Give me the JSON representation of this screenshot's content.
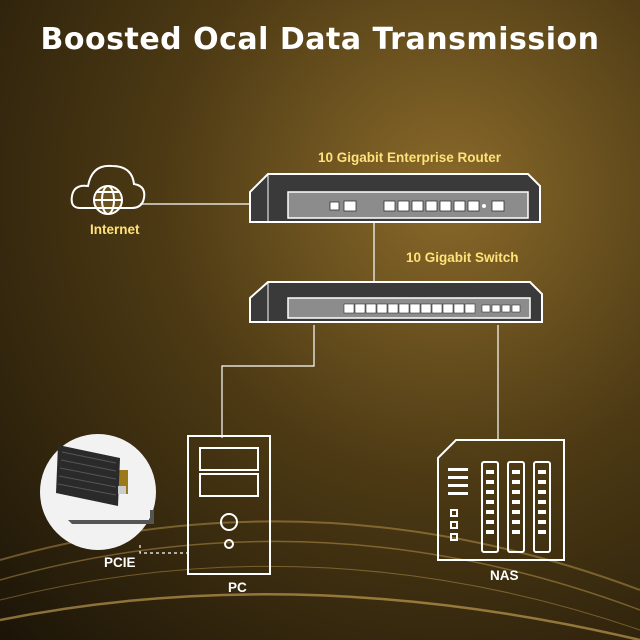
{
  "title": "Boosted Ocal Data Transmission",
  "nodes": {
    "router": {
      "label": "10 Gigabit Enterprise Router"
    },
    "switch": {
      "label": "10 Gigabit Switch"
    },
    "internet": {
      "label": "Internet"
    },
    "pcie": {
      "label": "PCIE"
    },
    "pc": {
      "label": "PC"
    },
    "nas": {
      "label": "NAS"
    }
  },
  "colors": {
    "accent": "#ffe27a",
    "line": "#ffffff",
    "device_body": "#3a3a3a",
    "device_front": "#8c8c8c"
  },
  "icons": [
    "cloud-globe-icon",
    "router-icon",
    "switch-icon",
    "pcie-card-icon",
    "pc-tower-icon",
    "nas-icon"
  ]
}
